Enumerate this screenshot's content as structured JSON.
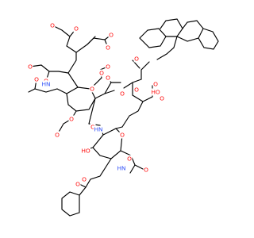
{
  "atom_colors": {
    "O": "#ff0d0d",
    "N": "#3050f8",
    "H": "#3050f8",
    "C": "#000000"
  },
  "atoms": [
    {
      "label": "O",
      "el": "O"
    },
    {
      "label": "O",
      "el": "O"
    },
    {
      "label": "O",
      "el": "O"
    },
    {
      "label": "O",
      "el": "O"
    },
    {
      "label": "O",
      "el": "O"
    },
    {
      "label": "O",
      "el": "O"
    },
    {
      "label": "O",
      "el": "O"
    },
    {
      "label": "O",
      "el": "O"
    },
    {
      "label": "O",
      "el": "O"
    },
    {
      "label": "O",
      "el": "O"
    },
    {
      "label": "O",
      "el": "O"
    },
    {
      "label": "O",
      "el": "O"
    },
    {
      "label": "O",
      "el": "O"
    },
    {
      "label": "O",
      "el": "O"
    },
    {
      "label": "O",
      "el": "O"
    },
    {
      "label": "O",
      "el": "O"
    },
    {
      "label": "O",
      "el": "O"
    },
    {
      "label": "O",
      "el": "O"
    },
    {
      "label": "O",
      "el": "O"
    },
    {
      "label": "O",
      "el": "O"
    },
    {
      "label": "O",
      "el": "O"
    },
    {
      "label": "O",
      "el": "O"
    },
    {
      "label": "O",
      "el": "O"
    },
    {
      "label": "O",
      "el": "O"
    },
    {
      "label": "HN",
      "el": "N"
    },
    {
      "label": "HN",
      "el": "N"
    },
    {
      "label": "HN",
      "el": "N"
    },
    {
      "label": "HO",
      "el": "O"
    },
    {
      "label": "HO",
      "el": "O"
    }
  ]
}
